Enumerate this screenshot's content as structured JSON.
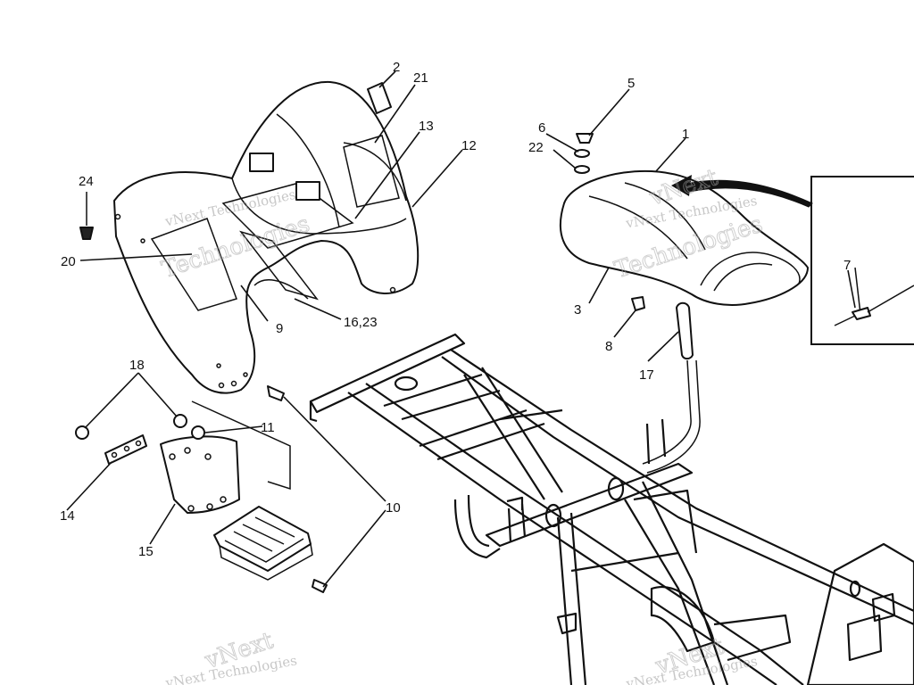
{
  "callouts": {
    "c1": "1",
    "c2": "2",
    "c3": "3",
    "c5": "5",
    "c6": "6",
    "c7": "7",
    "c8": "8",
    "c9": "9",
    "c10": "10",
    "c11": "11",
    "c12": "12",
    "c13": "13",
    "c14": "14",
    "c15": "15",
    "c16_23": "16,23",
    "c17": "17",
    "c18": "18",
    "c20": "20",
    "c21": "21",
    "c22": "22",
    "c24": "24"
  },
  "watermark": {
    "brand": "vNext",
    "line": "vNext Technologies",
    "big": "Technologies"
  },
  "colors": {
    "ink": "#111111",
    "paper": "#ffffff",
    "watermark": "#9a9a9a"
  }
}
